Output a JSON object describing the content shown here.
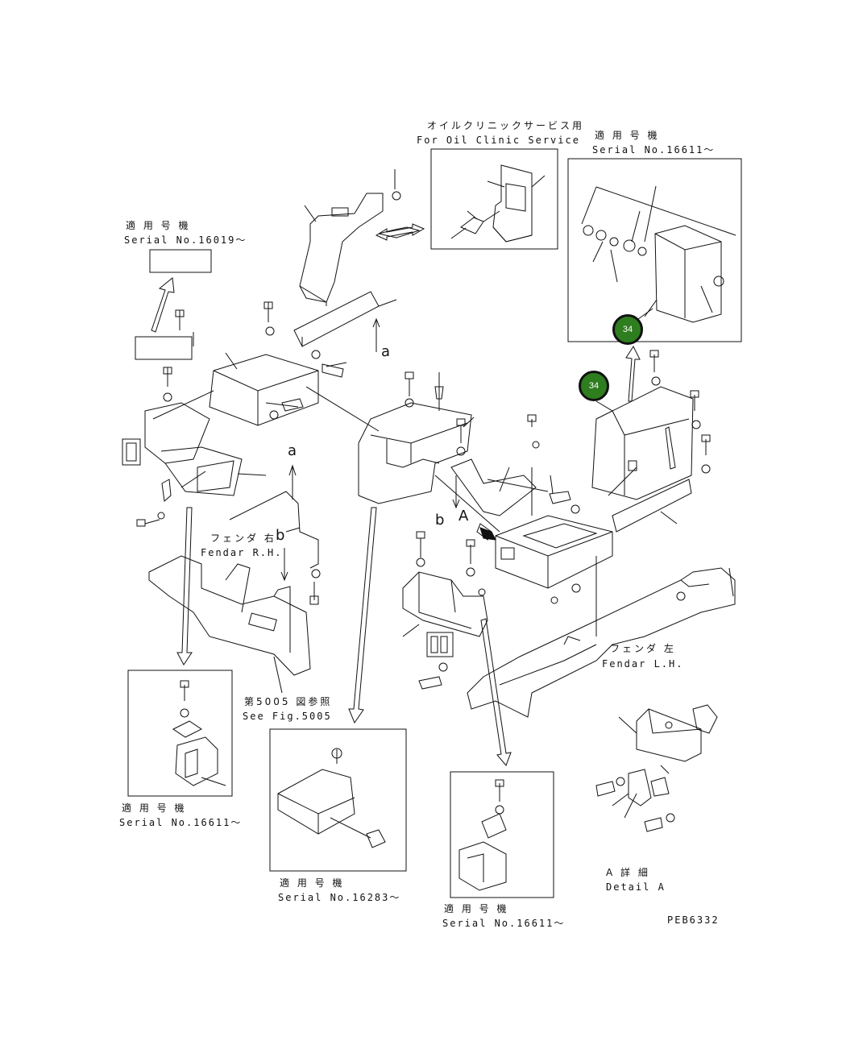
{
  "labels": {
    "oil_clinic_jp": "オイルクリニックサービス用",
    "oil_clinic_en": "For Oil Clinic Service",
    "serial_16611_top_jp": "適 用 号 機",
    "serial_16611_top_en": "Serial No.16611～",
    "serial_16019_jp": "適 用 号 機",
    "serial_16019_en": "Serial No.16019～",
    "fender_rh_jp": "フェンダ 右",
    "fender_rh_en": "Fendar R.H.",
    "fender_lh_jp": "フェンダ 左",
    "fender_lh_en": "Fendar L.H.",
    "see_fig_jp": "第5005 図参照",
    "see_fig_en": "See Fig.5005",
    "serial_16611_left_jp": "適 用 号 機",
    "serial_16611_left_en": "Serial No.16611～",
    "serial_16283_jp": "適 用 号 機",
    "serial_16283_en": "Serial No.16283～",
    "serial_16611_bottom_jp": "適 用 号 機",
    "serial_16611_bottom_en": "Serial No.16611～",
    "detail_a_jp": "A 詳 細",
    "detail_a_en": "Detail A",
    "drawing_no": "PEB6332",
    "view_a_upper": "a",
    "view_a_lower": "a",
    "view_b_left": "b",
    "view_b_right": "b",
    "view_A": "A"
  },
  "callouts": [
    {
      "label": "34"
    },
    {
      "label": "34"
    }
  ],
  "colors": {
    "callout_fill": "#2e7d1f",
    "line": "#111111"
  }
}
